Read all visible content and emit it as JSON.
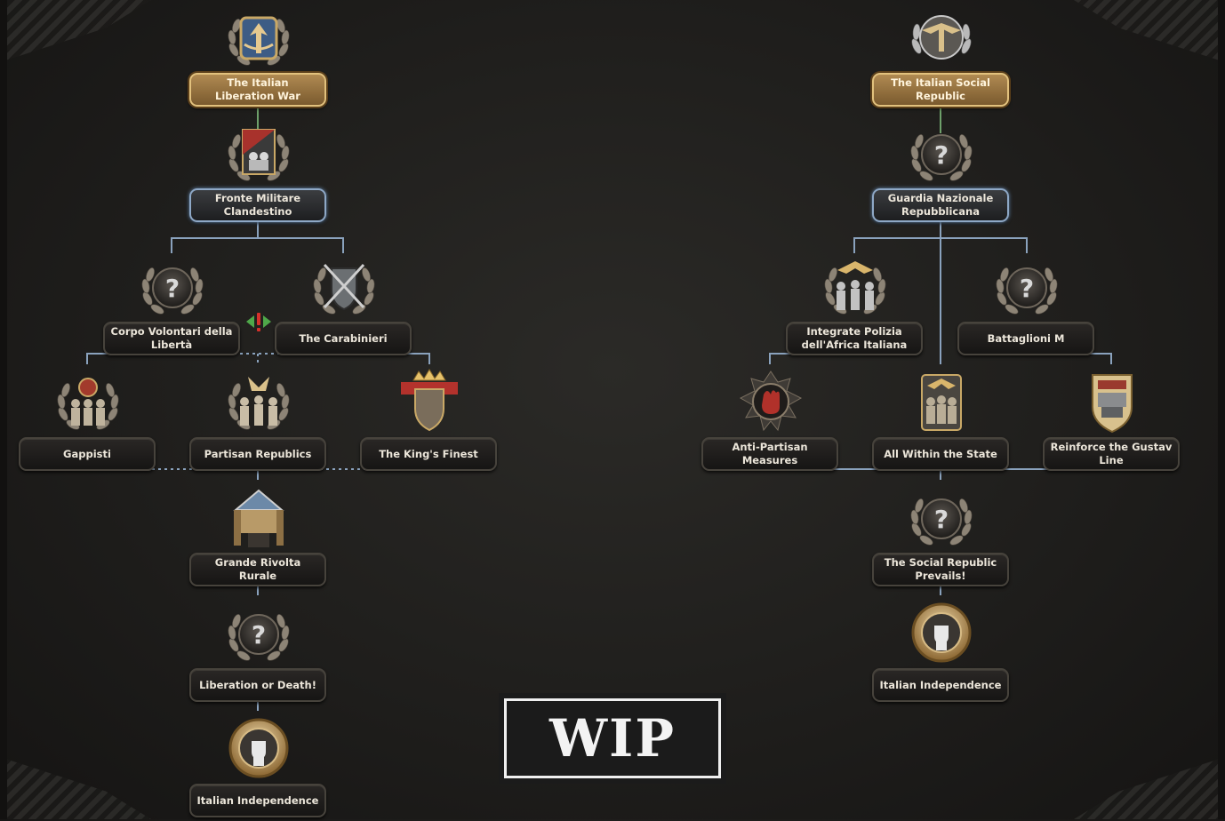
{
  "left_tree": {
    "italian_liberation_war": "The Italian Liberation War",
    "fronte_militare": "Fronte Militare Clandestino",
    "corpo_volontari": "Corpo Volontari della Libertà",
    "carabinieri": "The Carabinieri",
    "gappisti": "Gappisti",
    "partisan_republics": "Partisan Republics",
    "kings_finest": "The King's Finest",
    "grande_rivolta": "Grande Rivolta Rurale",
    "liberation_or_death": "Liberation or Death!",
    "italian_independence": "Italian Independence"
  },
  "right_tree": {
    "social_republic": "The Italian Social Republic",
    "guardia_nazionale": "Guardia Nazionale Repubblicana",
    "polizia_africa": "Integrate Polizia dell'Africa Italiana",
    "battaglioni_m": "Battaglioni M",
    "anti_partisan": "Anti-Partisan Measures",
    "all_within": "All Within the State",
    "gustav_line": "Reinforce the Gustav Line",
    "social_republic_prevails": "The Social Republic Prevails!",
    "italian_independence": "Italian Independence"
  },
  "banner": {
    "text": "WIP"
  },
  "icons": {
    "unknown": "question-mark-wreath-icon",
    "fist": "raised-fist-icon",
    "eagle": "fasces-eagle-icon",
    "shield": "crossed-swords-shield-icon",
    "crown": "crown-shield-icon",
    "soldiers": "soldiers-icon",
    "hand": "bloody-hand-icon",
    "fort": "fortification-icon",
    "partisan_flag": "partisan-flag-icon",
    "hut": "rural-hut-icon",
    "exclusive": "mutually-exclusive-icon"
  },
  "colors": {
    "connector": "#8aa2bd",
    "first_link": "#6ea06a",
    "gold_plate": "#b08a52",
    "available_border": "#8ea8c6"
  }
}
